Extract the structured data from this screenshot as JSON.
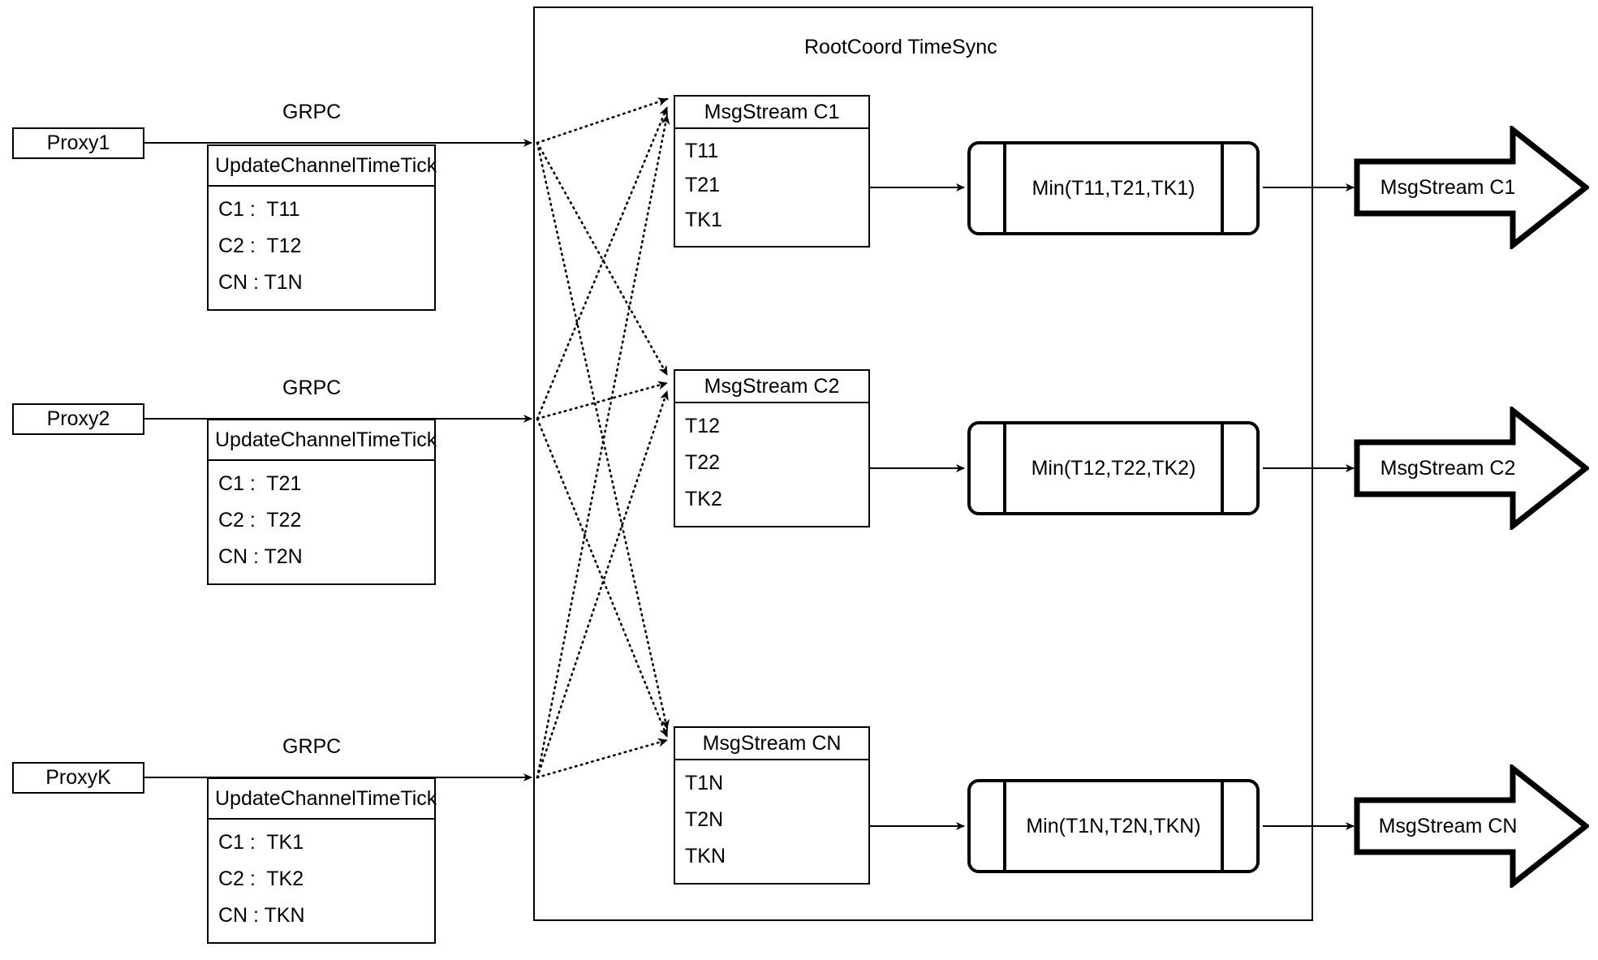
{
  "diagram": {
    "title": "RootCoord TimeSync",
    "grpc_label": "GRPC",
    "card_header": "UpdateChannelTimeTick"
  },
  "proxies": [
    {
      "name": "Proxy1",
      "link_label": "GRPC",
      "card_header": "UpdateChannelTimeTick",
      "rows": [
        "C1 :  T11",
        "C2 :  T12",
        "CN : T1N"
      ]
    },
    {
      "name": "Proxy2",
      "link_label": "GRPC",
      "card_header": "UpdateChannelTimeTick",
      "rows": [
        "C1 :  T21",
        "C2 :  T22",
        "CN : T2N"
      ]
    },
    {
      "name": "ProxyK",
      "link_label": "GRPC",
      "card_header": "UpdateChannelTimeTick",
      "rows": [
        "C1 :  TK1",
        "C2 :  TK2",
        "CN : TKN"
      ]
    }
  ],
  "channels": [
    {
      "stream_header": "MsgStream C1",
      "stream_rows": [
        "T11",
        "T21",
        "TK1"
      ],
      "min_label": "Min(T11,T21,TK1)",
      "output_label": "MsgStream C1"
    },
    {
      "stream_header": "MsgStream C2",
      "stream_rows": [
        "T12",
        "T22",
        "TK2"
      ],
      "min_label": "Min(T12,T22,TK2)",
      "output_label": "MsgStream C2"
    },
    {
      "stream_header": "MsgStream CN",
      "stream_rows": [
        "T1N",
        "T2N",
        "TKN"
      ],
      "min_label": "Min(T1N,T2N,TKN)",
      "output_label": "MsgStream CN"
    }
  ],
  "colors": {
    "stroke": "#000000",
    "background": "#ffffff"
  }
}
